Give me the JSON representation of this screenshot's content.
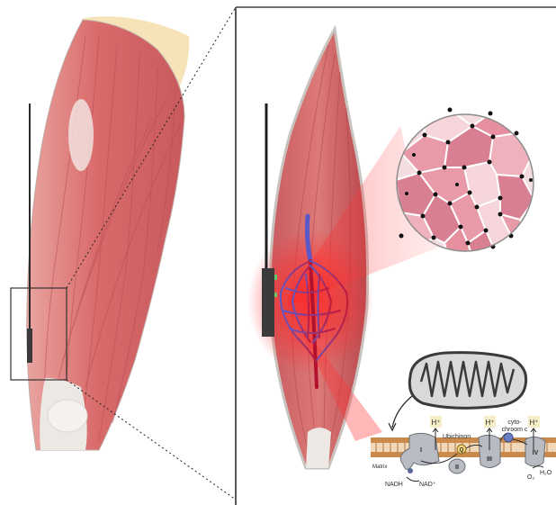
{
  "labels": {
    "ubiquinone": "Ubichinon",
    "cytochrome_c_line1": "cyto-",
    "cytochrome_c_line2": "chroom c",
    "matrix": "Matrix",
    "nadh": "NADH",
    "nad_plus": "NAD⁺",
    "h_plus": "H⁺",
    "complex_1": "I",
    "complex_2": "II",
    "complex_3": "III",
    "complex_4": "IV",
    "q": "Q",
    "o2": "O₂",
    "h2o": "H₂O"
  },
  "colors": {
    "muscle": "#d96a6a",
    "muscle_dark": "#b9474d",
    "tendon": "#ece9e4",
    "bone": "#f6e3b8",
    "light_glow": "#ff2a2a",
    "membrane": "#c98a4b",
    "cell_pink": "#e99aa9",
    "mito": "#bfbfbf"
  }
}
